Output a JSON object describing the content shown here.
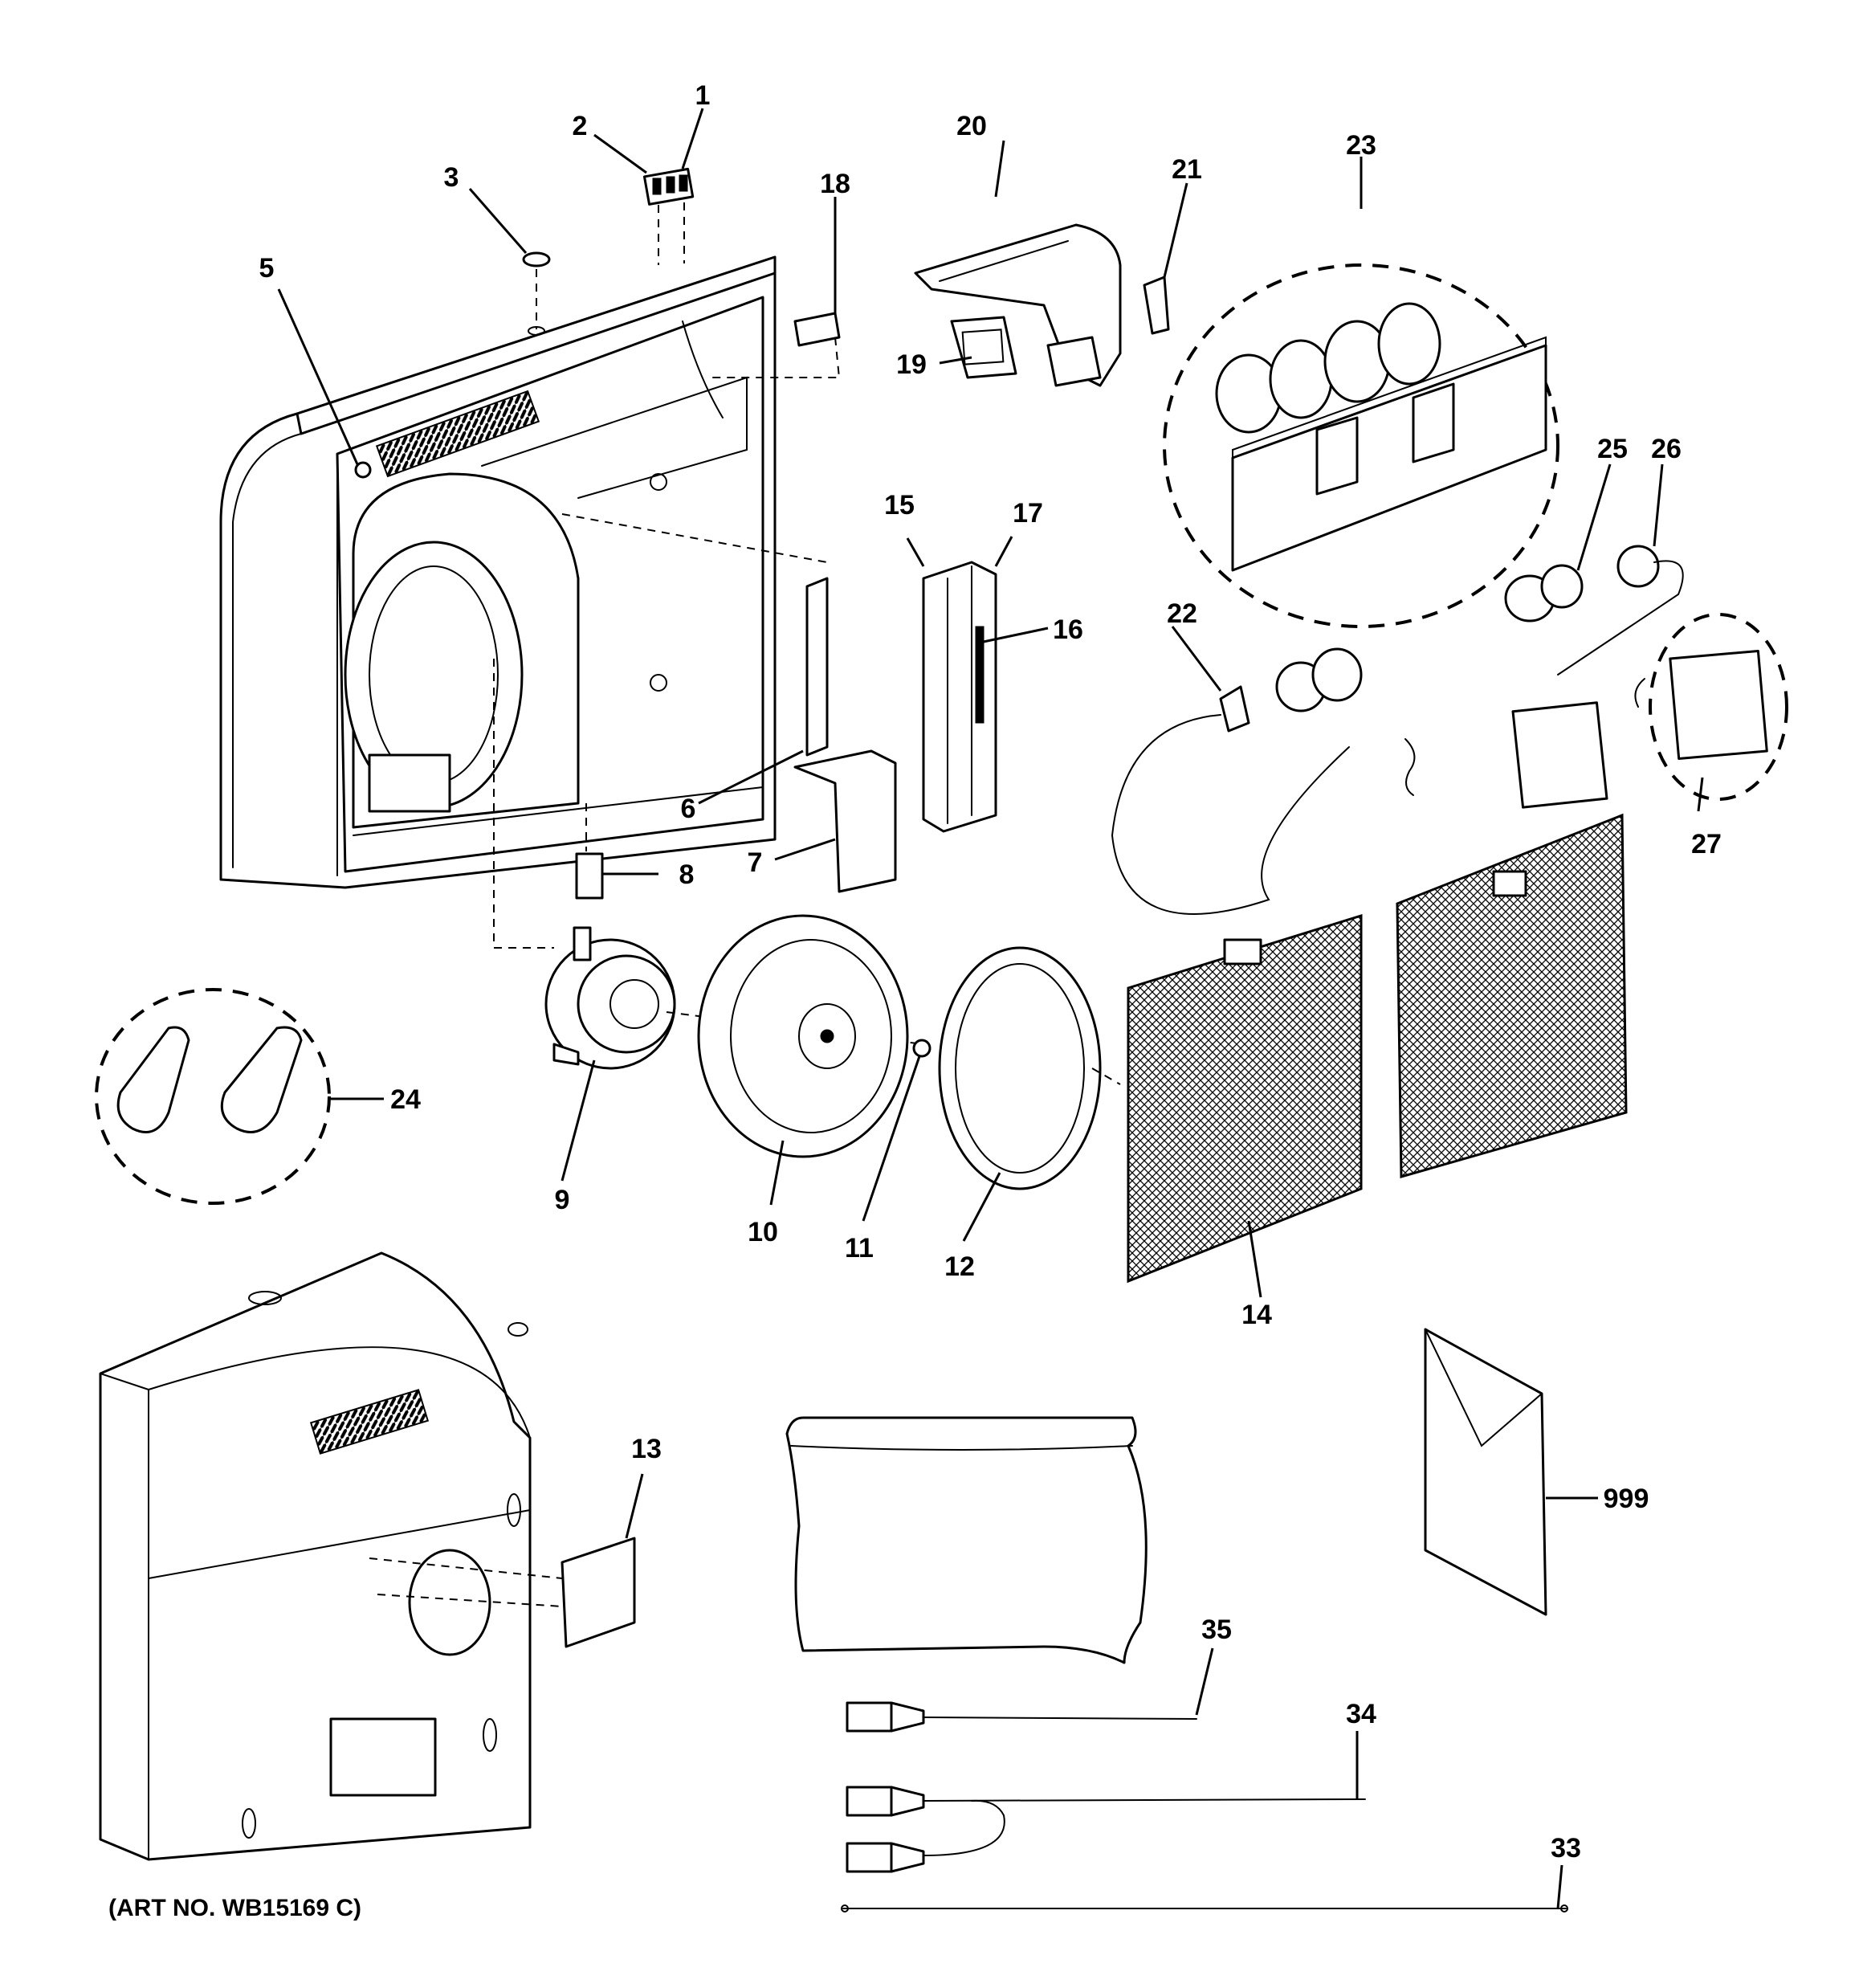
{
  "diagram": {
    "art_number": "(ART NO. WB15169 C)",
    "callouts": {
      "c1": "1",
      "c2": "2",
      "c3": "3",
      "c5": "5",
      "c6": "6",
      "c7": "7",
      "c8": "8",
      "c9": "9",
      "c10": "10",
      "c11": "11",
      "c12": "12",
      "c13": "13",
      "c14": "14",
      "c15": "15",
      "c16": "16",
      "c17": "17",
      "c18": "18",
      "c19": "19",
      "c20": "20",
      "c21": "21",
      "c22": "22",
      "c23": "23",
      "c24": "24",
      "c25": "25",
      "c26": "26",
      "c27": "27",
      "c33": "33",
      "c34": "34",
      "c35": "35",
      "c999": "999"
    }
  }
}
